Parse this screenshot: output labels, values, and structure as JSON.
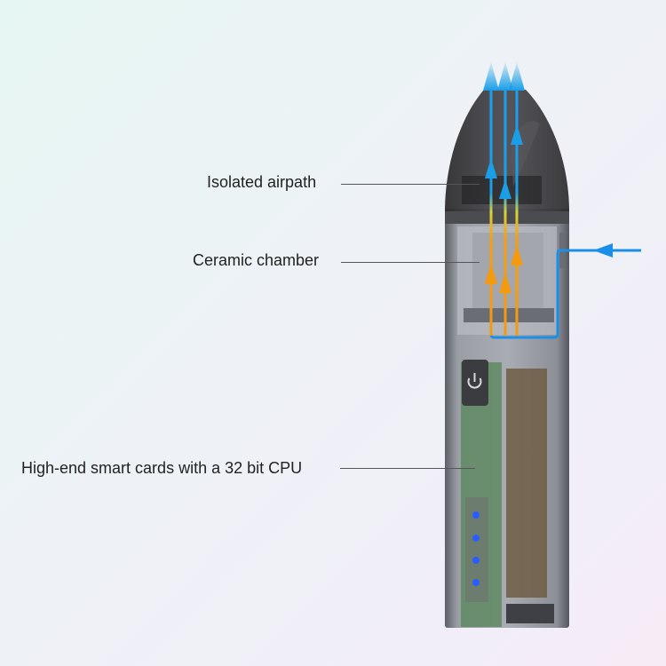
{
  "callouts": [
    {
      "text": "Isolated airpath"
    },
    {
      "text": "Ceramic chamber"
    },
    {
      "text": "High-end smart cards with a 32 bit CPU"
    }
  ],
  "colors": {
    "airflow_cool": "#1a8fe8",
    "airflow_hot": "#f39a10",
    "led": "#2a5cff",
    "pcb": "#5f8a63",
    "battery": "#6e5d44"
  },
  "device": {
    "power_icon": "power-icon",
    "led_count": 4
  }
}
